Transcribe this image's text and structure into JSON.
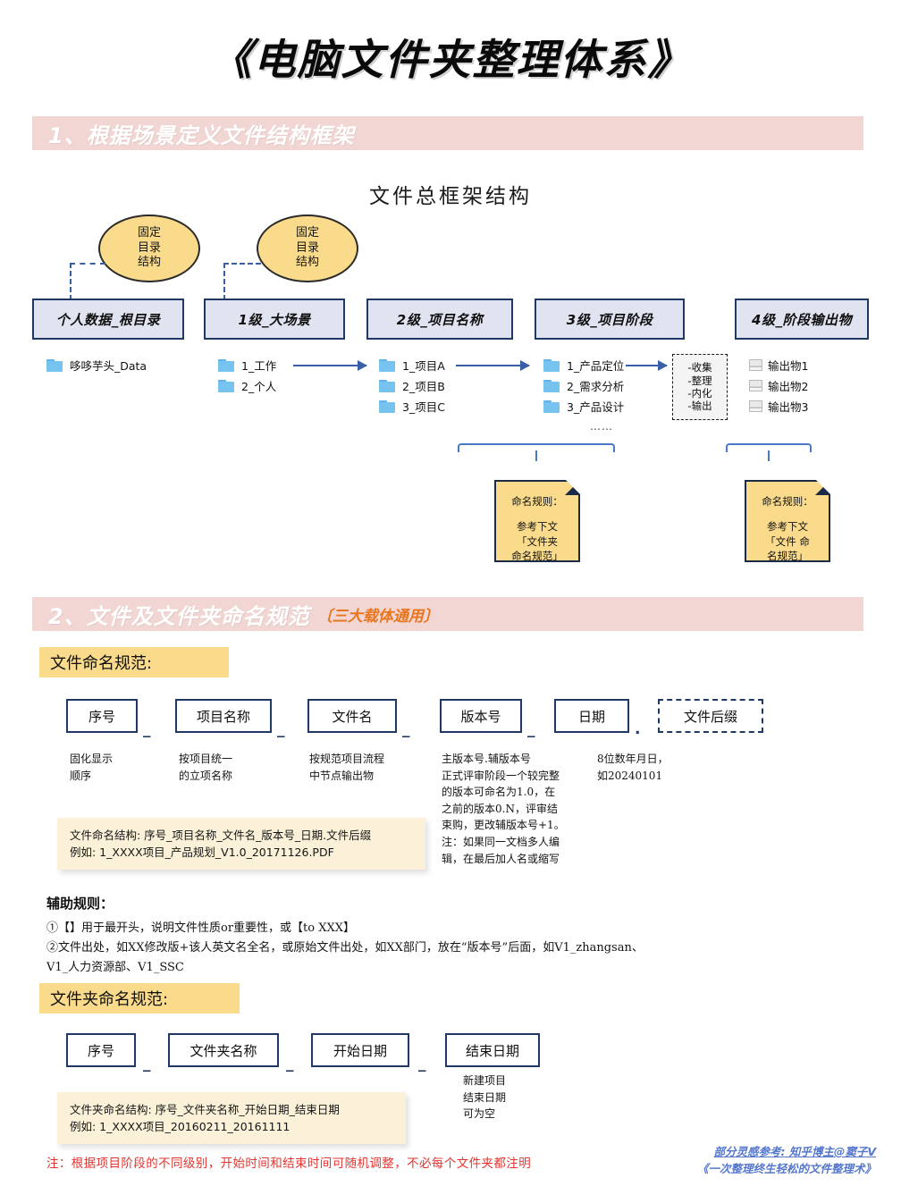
{
  "title": "《电脑文件夹整理体系》",
  "sections": [
    {
      "label": "1、根据场景定义文件结构框架",
      "sub": ""
    },
    {
      "label": "2、文件及文件夹命名规范",
      "sub": "〔三大载体通用〕"
    }
  ],
  "diagram": {
    "title": "文件总框架结构",
    "ellipses": [
      {
        "line1": "固定",
        "line2": "目录",
        "line3": "结构"
      },
      {
        "line1": "固定",
        "line2": "目录",
        "line3": "结构"
      }
    ],
    "levels": [
      {
        "label": "个人数据_根目录",
        "items": [
          "哆哆芋头_Data"
        ],
        "icon": "folder-icon"
      },
      {
        "label": "1级_大场景",
        "items": [
          "1_工作",
          "2_个人"
        ],
        "icon": "folder-icon"
      },
      {
        "label": "2级_项目名称",
        "items": [
          "1_项目A",
          "2_项目B",
          "3_项目C"
        ],
        "icon": "folder-icon"
      },
      {
        "label": "3级_项目阶段",
        "items": [
          "1_产品定位",
          "2_需求分析",
          "3_产品设计"
        ],
        "icon": "folder-icon"
      },
      {
        "label": "4级_阶段输出物",
        "items": [
          "输出物1",
          "输出物2",
          "输出物3"
        ],
        "icon": "file-icon"
      }
    ],
    "ellipsis": "……",
    "phase_note": {
      "l1": "-收集",
      "l2": "-整理",
      "l3": "-内化",
      "l4": "-输出"
    },
    "sticky_notes": [
      {
        "head": "命名规则：",
        "body": "参考下文\n「文件夹\n命名规范」"
      },
      {
        "head": "命名规则：",
        "body": "参考下文\n「文件 命\n名规范」"
      }
    ]
  },
  "file_naming": {
    "label": "文件命名规范:",
    "boxes": [
      "序号",
      "项目名称",
      "文件名",
      "版本号",
      "日期",
      "文件后缀"
    ],
    "separators": [
      "_",
      "_",
      "_",
      "_",
      "."
    ],
    "descs": [
      "固化显示\n顺序",
      "按项目统一\n的立项名称",
      "按规范项目流程\n中节点输出物",
      "主版本号.辅版本号\n正式评审阶段一个较完整\n的版本可命名为1.0，在\n之前的版本0.N，评审结\n束购，更改辅版本号+1。\n注：如果同一文档多人编\n辑，在最后加人名或缩写",
      "8位数年月日，\n如20240101"
    ],
    "note": {
      "line1": "文件命名结构: 序号_项目名称_文件名_版本号_日期.文件后缀",
      "line2": "例如: 1_XXXX项目_产品规划_V1.0_20171126.PDF"
    }
  },
  "aux_rules": {
    "title": "辅助规则：",
    "body": "①【】用于最开头，说明文件性质or重要性，或【to XXX】\n②文件出处，如XX修改版+该人英文名全名，或原始文件出处，如XX部门，放在“版本号”后面，如V1_zhangsan、\nV1_人力资源部、V1_SSC"
  },
  "folder_naming": {
    "label": "文件夹命名规范:",
    "boxes": [
      "序号",
      "文件夹名称",
      "开始日期",
      "结束日期"
    ],
    "separators": [
      "_",
      "_",
      "_"
    ],
    "end_desc": "新建项目\n结束日期\n可为空",
    "note": {
      "line1": "文件夹命名结构: 序号_文件夹名称_开始日期_结束日期",
      "line2": "例如: 1_XXXX项目_20160211_20161111"
    }
  },
  "footer": {
    "red_note": "注：根据项目阶段的不同级别，开始时间和结束时间可随机调整，不必每个文件夹都注明",
    "credit_line1": "部分灵感参考: 知乎博主@窦子V",
    "credit_line2": "《一次整理终生轻松的文件整理术》"
  }
}
